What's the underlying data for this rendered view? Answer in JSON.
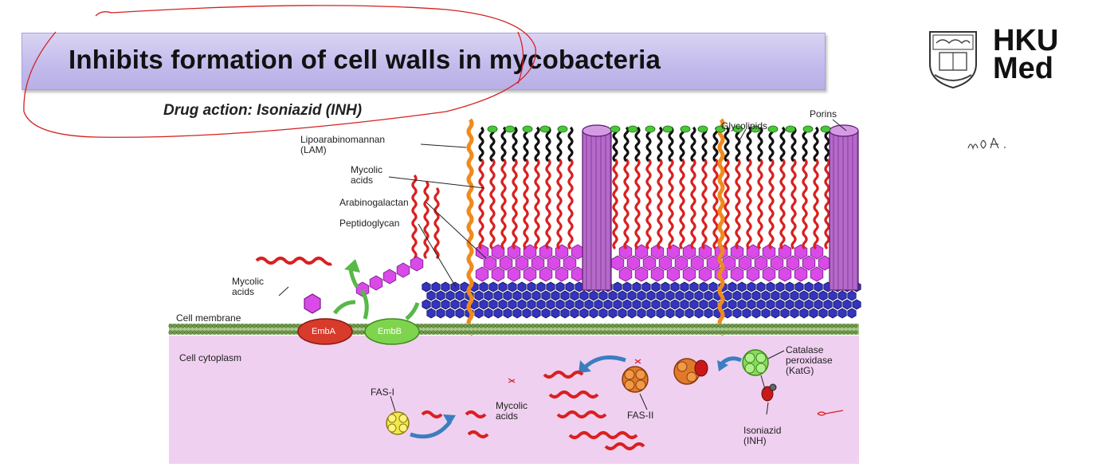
{
  "banner": {
    "title": "Inhibits formation of cell walls in mycobacteria"
  },
  "subtitle": "Drug action: Isoniazid (INH)",
  "logo": {
    "line1": "HKU",
    "line2": "Med"
  },
  "annotation": {
    "handwritten_note": "MOA."
  },
  "diagram": {
    "labels": {
      "lam": "Lipoarabinomannan\n(LAM)",
      "mycolic_acids_top": "Mycolic\nacids",
      "arabinogalactan": "Arabinogalactan",
      "peptidoglycan": "Peptidoglycan",
      "mycolic_acids_left": "Mycolic\nacids",
      "cell_membrane": "Cell membrane",
      "cell_cytoplasm": "Cell cytoplasm",
      "glycolipids": "Glycolipids",
      "porins": "Porins",
      "emba": "EmbA",
      "embb": "EmbB",
      "catalase": "Catalase\nperoxidase\n(KatG)",
      "isoniazid": "Isoniazid\n(INH)",
      "fas_ii": "FAS-II",
      "fas_i": "FAS-I",
      "mycolic_acids_bottom": "Mycolic\nacids"
    },
    "colors": {
      "mycolic": "#d92020",
      "lam": "#f08a1c",
      "arabinogalactan": "#d94ae8",
      "peptidoglycan": "#2424a8",
      "porin": "#b46ac8",
      "membrane": "#6e9a4a",
      "cytoplasm": "#f0d0f0",
      "banner": "#c4bcec",
      "annotation_ink": "#d42020"
    }
  }
}
